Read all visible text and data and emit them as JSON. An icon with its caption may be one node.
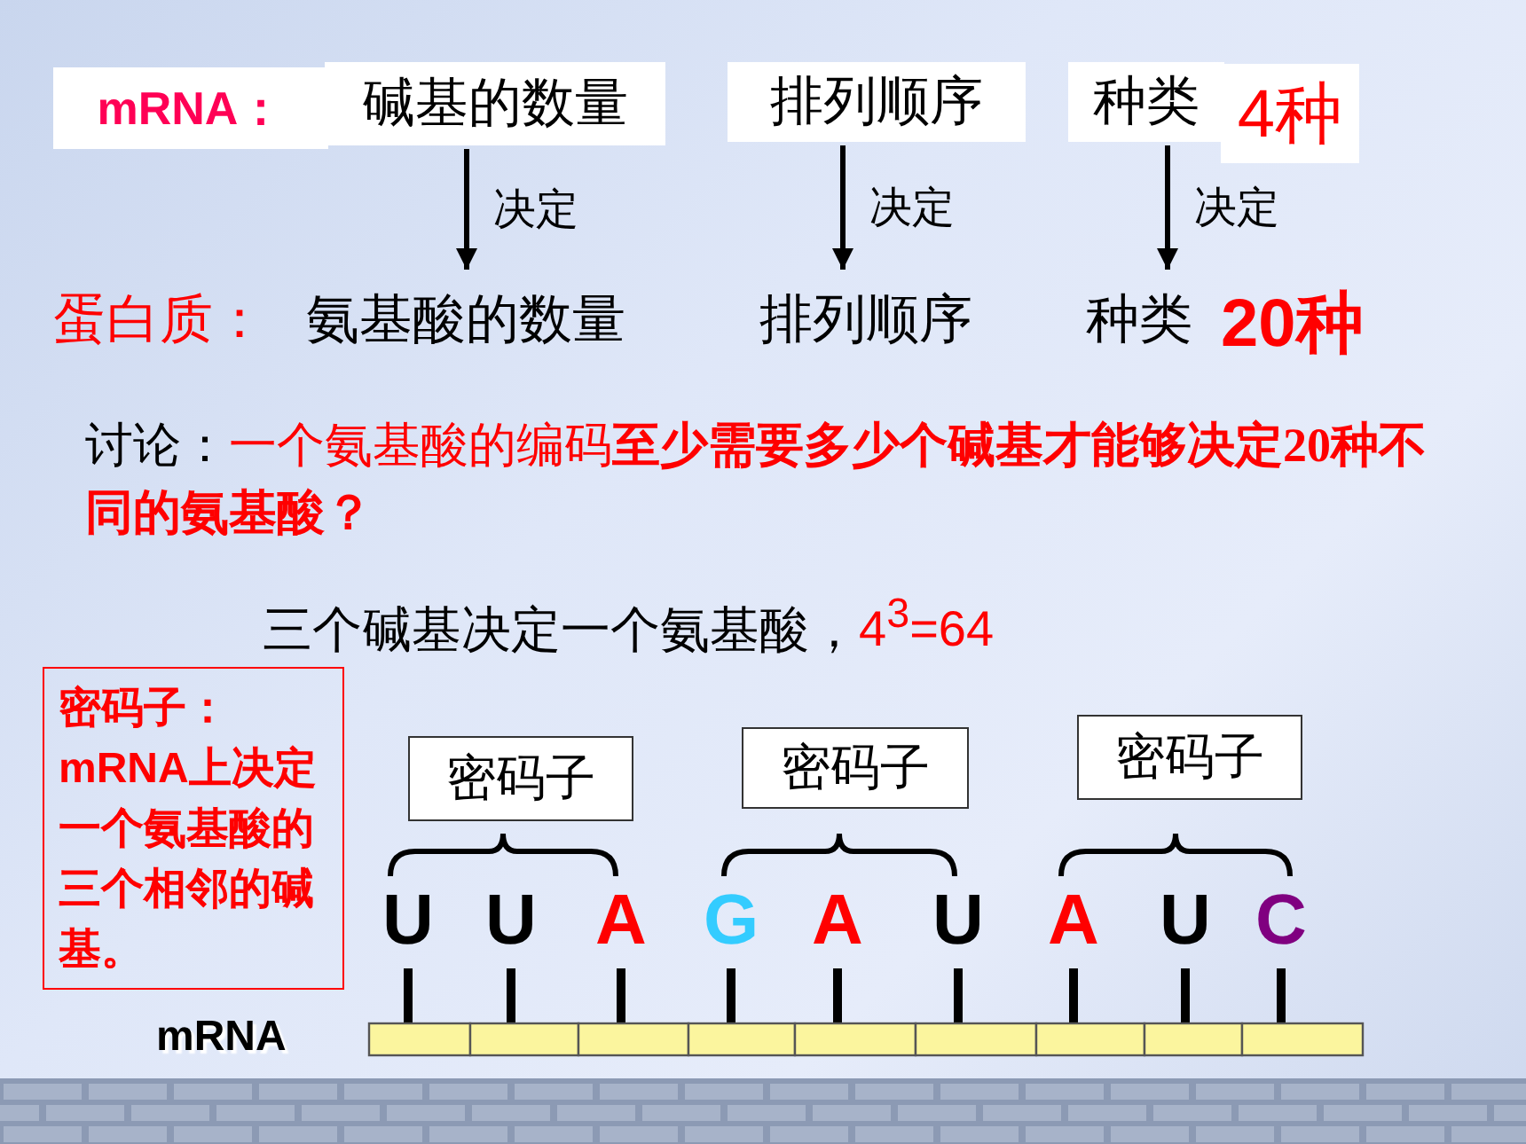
{
  "diagram": {
    "nodes": [
      {
        "text": [
          "mRNA："
        ]
      },
      {
        "text": [
          "碱基的数量"
        ]
      },
      {
        "text": [
          "排列顺序"
        ]
      },
      {
        "text": [
          "种类"
        ]
      },
      {
        "text": [
          "4种"
        ]
      },
      {
        "text": [
          "氨基酸的数量"
        ]
      },
      {
        "text": [
          "排列顺序"
        ]
      },
      {
        "text": [
          "种类"
        ]
      },
      {
        "text": [
          "密码子"
        ]
      },
      {
        "text": [
          "密码子"
        ]
      },
      {
        "text": [
          "密码子"
        ]
      },
      {
        "text": [
          "密码子：mRNA上决定一个氨基酸的三个相邻的碱基。"
        ]
      }
    ],
    "edges": [
      {
        "from": 1,
        "to": 5,
        "arrow": "to",
        "label": "决定"
      },
      {
        "from": 2,
        "to": 6,
        "arrow": "to",
        "label": "决定"
      },
      {
        "from": 3,
        "to": 7,
        "arrow": "to",
        "label": "决定"
      }
    ],
    "labels": [
      "蛋白质：",
      "20种",
      "讨论：",
      "一个氨基酸的编码**至少需要多少个碱基才能够决定20种不同的氨基酸？**",
      "三个碱基决定一个氨基酸，",
      "4$^{3}$=64",
      "U",
      "U",
      "A",
      "G",
      "A",
      "U",
      "A",
      "U",
      "C",
      "mRNA"
    ]
  }
}
